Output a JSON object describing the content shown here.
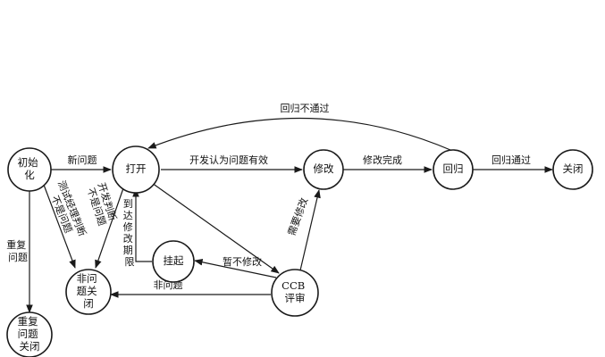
{
  "nodes": {
    "init": {
      "lines": [
        "初始",
        "化"
      ]
    },
    "open": {
      "lines": [
        "打开"
      ]
    },
    "fix": {
      "lines": [
        "修改"
      ]
    },
    "regress": {
      "lines": [
        "回归"
      ]
    },
    "close": {
      "lines": [
        "关闭"
      ]
    },
    "suspend": {
      "lines": [
        "挂起"
      ]
    },
    "ccb": {
      "lines": [
        "CCB",
        "评审"
      ]
    },
    "notissue": {
      "lines": [
        "非问",
        "题关",
        "闭"
      ]
    },
    "dup": {
      "lines": [
        "重复",
        "问题",
        "关闭"
      ]
    }
  },
  "edges": {
    "new_issue": {
      "lines": [
        "新问题"
      ]
    },
    "dev_confirm": {
      "lines": [
        "开发认为问题有效"
      ]
    },
    "fix_done": {
      "lines": [
        "修改完成"
      ]
    },
    "regress_pass": {
      "lines": [
        "回归通过"
      ]
    },
    "regress_fail": {
      "lines": [
        "回归不通过"
      ]
    },
    "duplicate": {
      "lines": [
        "重复",
        "问题"
      ]
    },
    "test_judge": {
      "lines": [
        "测试经理判断",
        "不是问题"
      ]
    },
    "dev_judge": {
      "lines": [
        "开发判断",
        "不是问题"
      ]
    },
    "deadline": {
      "lines": [
        "到",
        "达",
        "修",
        "改",
        "期",
        "限"
      ]
    },
    "no_fix": {
      "lines": [
        "暂不修改"
      ]
    },
    "need_fix": {
      "lines": [
        "需要修改"
      ]
    },
    "non_issue": {
      "lines": [
        "非问题"
      ]
    }
  }
}
